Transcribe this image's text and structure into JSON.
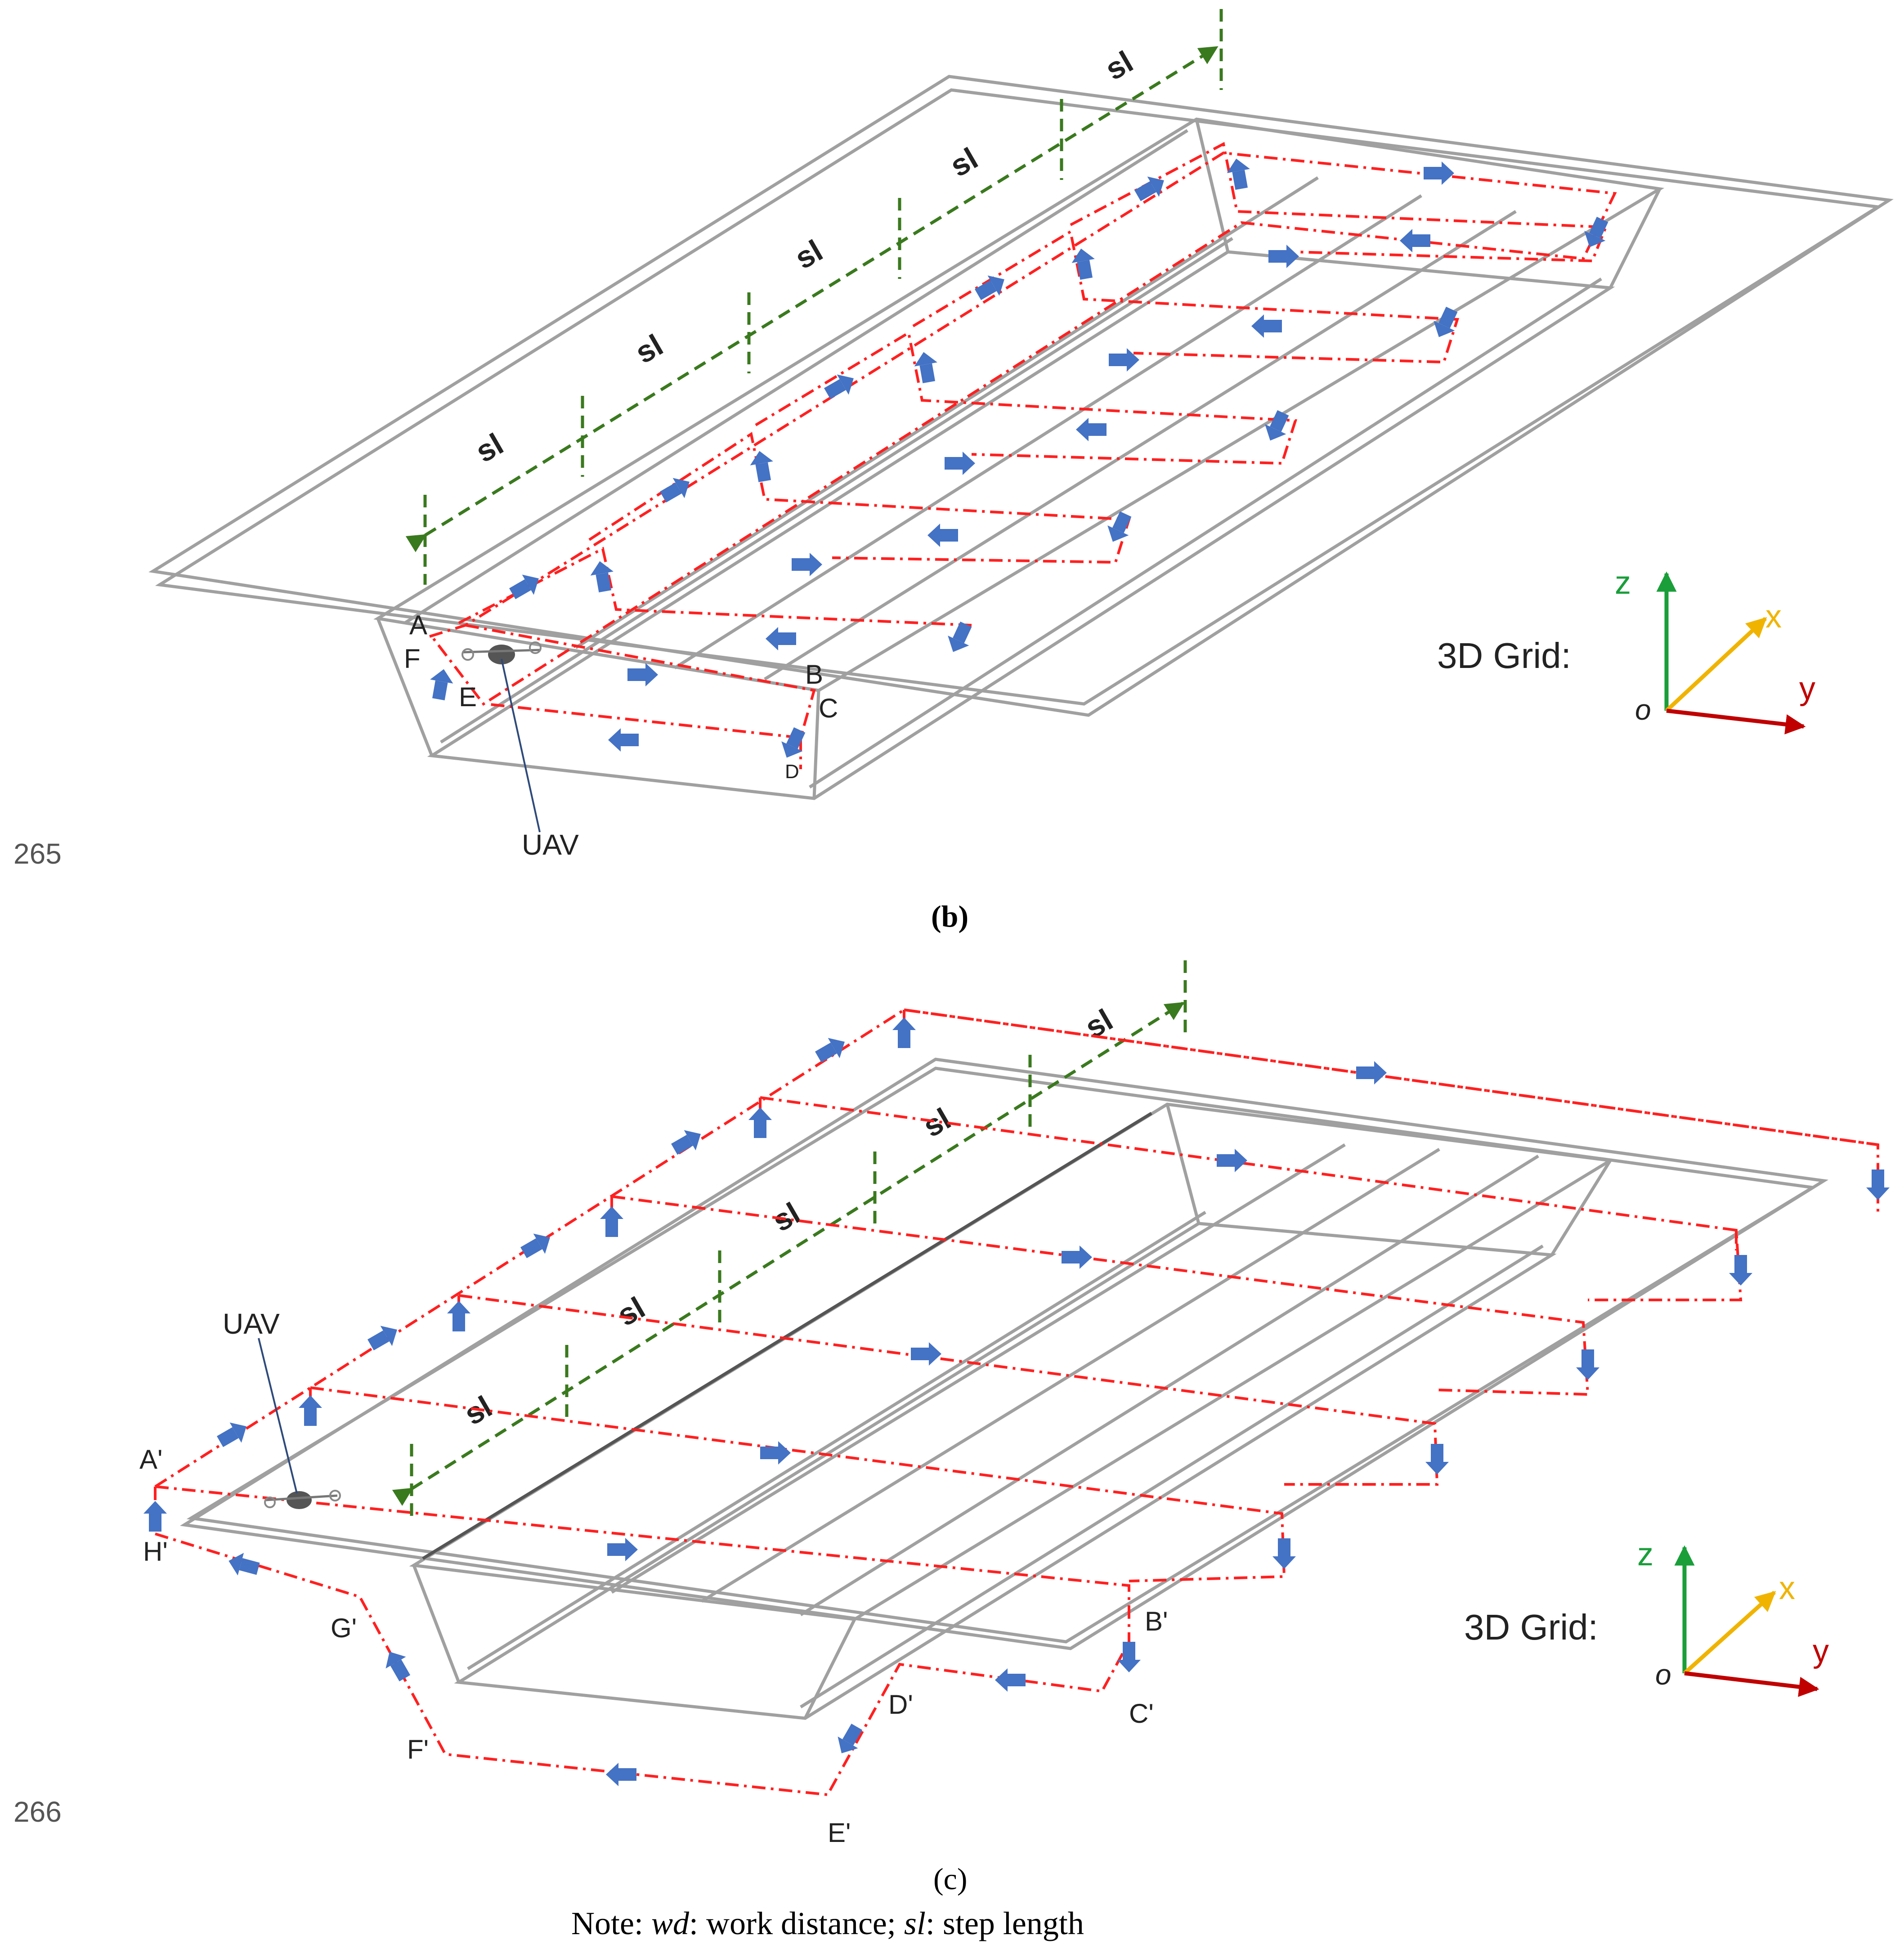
{
  "figure": {
    "caption_b": "(b)",
    "caption_c": "(c)",
    "note": "Note: wd: work distance; sl: step length",
    "note_parts": {
      "prefix": "Note: ",
      "wd": "wd",
      "wd_def": ": work distance; ",
      "sl": "sl",
      "sl_def": ": step length"
    },
    "line_numbers": [
      "265",
      "266"
    ]
  },
  "panel_b": {
    "step_label": "sl",
    "point_labels": [
      "A",
      "F",
      "E",
      "B",
      "C",
      "D"
    ],
    "uav_label": "UAV",
    "grid_label": "3D Grid:",
    "axes": {
      "z": "z",
      "x": "x",
      "y": "y",
      "o": "o"
    }
  },
  "panel_c": {
    "step_label": "sl",
    "point_labels": [
      "A'",
      "H'",
      "G'",
      "F'",
      "E'",
      "D'",
      "C'",
      "B'"
    ],
    "uav_label": "UAV",
    "grid_label": "3D Grid:",
    "axes": {
      "z": "z",
      "x": "x",
      "y": "y",
      "o": "o"
    }
  },
  "colors": {
    "structure": "#a0a0a0",
    "path": "#ff2020",
    "dim": "#3a7a1e",
    "arrow": "#4472c4",
    "axis_z": "#1a9e3a",
    "axis_x": "#f0b400",
    "axis_y": "#c00000"
  }
}
